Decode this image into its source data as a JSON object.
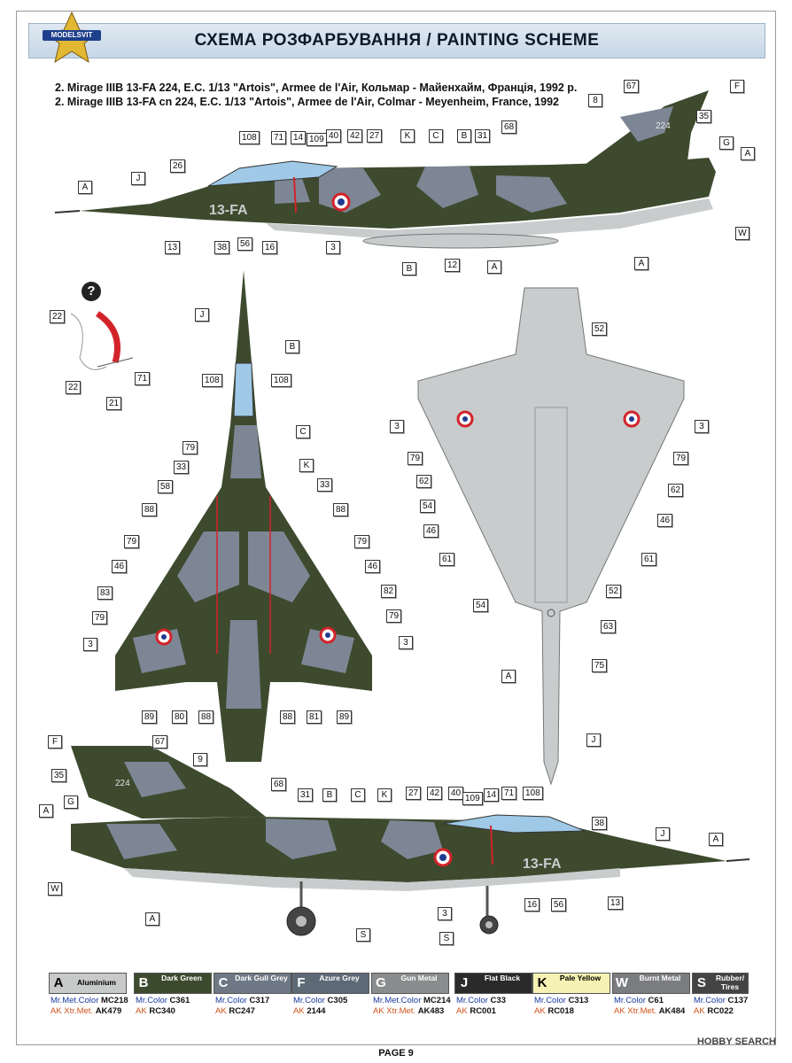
{
  "header": {
    "title": "СХЕМА РОЗФАРБУВАННЯ  / PAINTING  SCHEME",
    "logo_text": "MODELSVIT"
  },
  "captions": {
    "ua": "2. Mirage IIIB 13-FA  224, E.C. 1/13 \"Artois\", Armee de l'Air, Кольмар - Майенхайм, Франція, 1992 р.",
    "en": "2. Mirage IIIB 13-FA cn 224, E.C. 1/13 \"Artois\", Armee de l'Air, Colmar - Meyenheim, France,  1992"
  },
  "markings": {
    "code": "13-FA",
    "serial": "224"
  },
  "views": {
    "top_side": {
      "callouts": [
        "67",
        "F",
        "8",
        "35",
        "G",
        "A",
        "108",
        "71",
        "14",
        "109",
        "40",
        "42",
        "27",
        "K",
        "C",
        "B",
        "31",
        "68",
        "26",
        "J",
        "A",
        "13",
        "38",
        "56",
        "16",
        "3",
        "B",
        "12",
        "A",
        "A",
        "W"
      ]
    },
    "detail": {
      "info_icon": "?",
      "callouts": [
        "22",
        "71",
        "22",
        "21"
      ]
    },
    "plan_top": {
      "callouts": [
        "J",
        "B",
        "108",
        "108",
        "C",
        "K",
        "79",
        "33",
        "33",
        "58",
        "88",
        "88",
        "79",
        "79",
        "46",
        "46",
        "83",
        "82",
        "79",
        "79",
        "3",
        "3",
        "89",
        "80",
        "88",
        "88",
        "81",
        "89"
      ]
    },
    "plan_bottom": {
      "callouts": [
        "52",
        "3",
        "3",
        "79",
        "79",
        "62",
        "62",
        "54",
        "46",
        "46",
        "61",
        "61",
        "52",
        "54",
        "63",
        "75",
        "A",
        "J"
      ]
    },
    "bottom_side": {
      "callouts": [
        "F",
        "67",
        "9",
        "35",
        "68",
        "31",
        "B",
        "C",
        "K",
        "27",
        "42",
        "40",
        "109",
        "14",
        "71",
        "108",
        "A",
        "G",
        "38",
        "J",
        "A",
        "W",
        "A",
        "3",
        "16",
        "56",
        "13",
        "S",
        "S"
      ]
    }
  },
  "palette": [
    {
      "letter": "A",
      "name": "Aluminium",
      "color": "#c8c9c9",
      "text": "#000",
      "mr_label": "Mr.Met.Color",
      "mr_code": "MC218",
      "ak_label": "AK Xtr.Met.",
      "ak_code": "AK479"
    },
    {
      "letter": "B",
      "name": "Dark Green",
      "color": "#3c4b2d",
      "text": "#fff",
      "mr_label": "Mr.Color",
      "mr_code": "C361",
      "ak_label": "AK",
      "ak_code": "RC340"
    },
    {
      "letter": "C",
      "name": "Dark Gull Grey",
      "color": "#6f7885",
      "text": "#fff",
      "mr_label": "Mr.Color",
      "mr_code": "C317",
      "ak_label": "AK",
      "ak_code": "RC247"
    },
    {
      "letter": "F",
      "name": "Azure Grey",
      "color": "#5d6a76",
      "text": "#fff",
      "mr_label": "Mr.Color",
      "mr_code": "C305",
      "ak_label": "AK",
      "ak_code": "2144"
    },
    {
      "letter": "G",
      "name": "Gun Metal",
      "color": "#8a8c8e",
      "text": "#fff",
      "mr_label": "Mr.Met.Color",
      "mr_code": "MC214",
      "ak_label": "AK Xtr.Met.",
      "ak_code": "AK483"
    },
    {
      "letter": "J",
      "name": "Flat Black",
      "color": "#2a2a2a",
      "text": "#fff",
      "mr_label": "Mr.Color",
      "mr_code": "C33",
      "ak_label": "AK",
      "ak_code": "RC001"
    },
    {
      "letter": "K",
      "name": "Pale Yellow",
      "color": "#f6f2b3",
      "text": "#000",
      "mr_label": "Mr.Color",
      "mr_code": "C313",
      "ak_label": "AK",
      "ak_code": "RC018"
    },
    {
      "letter": "W",
      "name": "Burnt Metal",
      "color": "#7a7c80",
      "text": "#fff",
      "mr_label": "Mr.Color",
      "mr_code": "C61",
      "ak_label": "AK Xtr.Met.",
      "ak_code": "AK484"
    },
    {
      "letter": "S",
      "name": "Rubber/ Tires",
      "color": "#444444",
      "text": "#fff",
      "mr_label": "Mr.Color",
      "mr_code": "C137",
      "ak_label": "AK",
      "ak_code": "RC022"
    }
  ],
  "footer": {
    "page": "PAGE 9",
    "watermark": "HOBBY SEARCH"
  },
  "colors": {
    "camo_green": "#3d4a2e",
    "camo_grey": "#7d8694",
    "underside_grey": "#c8cccd",
    "roundel_blue": "#1f3b8f",
    "roundel_red": "#d2232a",
    "header_bg": "#d3e0ec"
  }
}
